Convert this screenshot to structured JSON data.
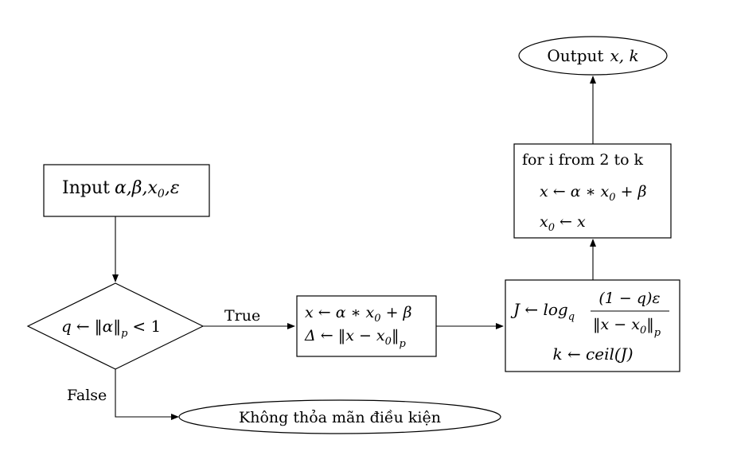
{
  "input": {
    "prefix": "Input",
    "vars": "α,β,x",
    "sub": "0",
    "last": ",ε"
  },
  "decision": {
    "q": "q",
    "arrow": "←",
    "norm_open": "‖α‖",
    "p": "p",
    "cmp": "< 1"
  },
  "true_label": "True",
  "false_label": "False",
  "assign_box": {
    "line1_x": "x ← α ∗ x",
    "line1_sub": "0",
    "line1_tail": " + β",
    "line2_delta": "Δ ← ‖x − x",
    "line2_sub": "0",
    "line2_close": "‖",
    "line2_p": "p"
  },
  "j_box": {
    "lhs": "J ← log",
    "log_sub": "q",
    "num": "(1 − q)ε",
    "den_main": "‖x − x",
    "den_sub": "0",
    "den_close": "‖",
    "den_p": "p",
    "k_line": "k ← ceil(J)"
  },
  "loop_box": {
    "header": "for i from 2 to k",
    "line1": "x ← α ∗ x",
    "line1_sub": "0",
    "line1_tail": " + β",
    "line2": "x",
    "line2_sub": "0",
    "line2_tail": " ← x"
  },
  "output": {
    "word": "Output",
    "vars": "x, k"
  },
  "fail": "Không thỏa mãn điều kiện"
}
